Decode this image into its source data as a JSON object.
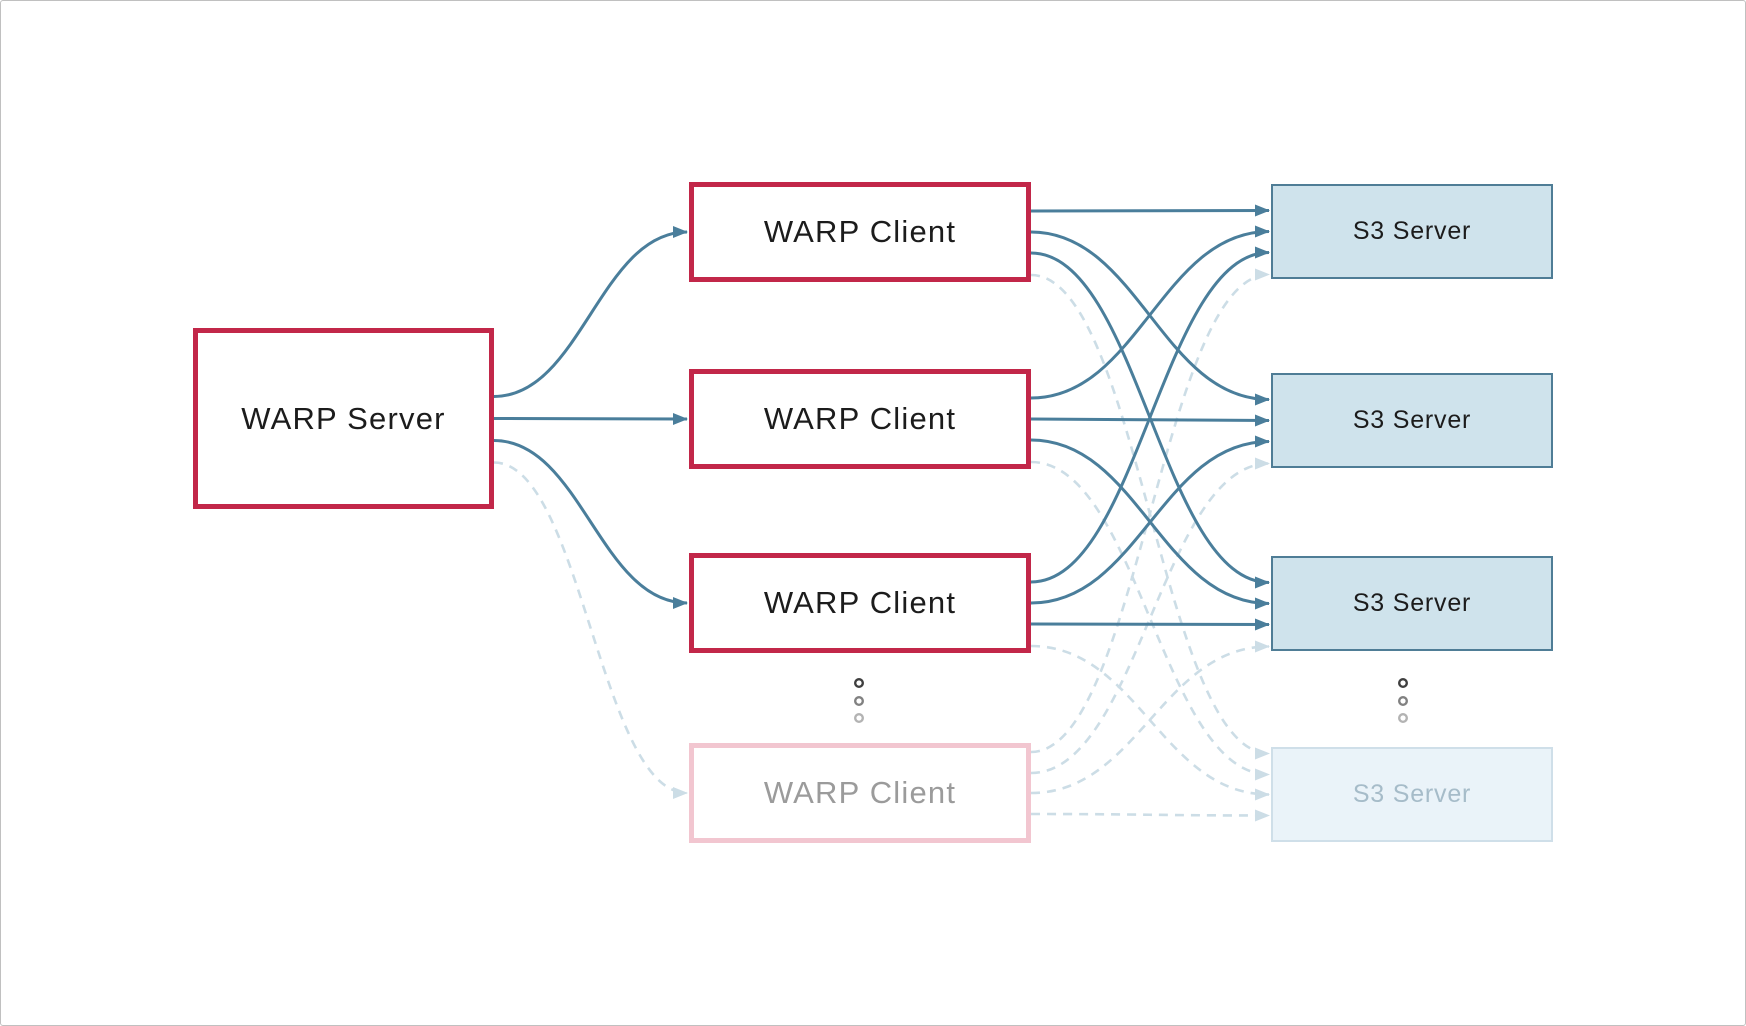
{
  "diagram": {
    "nodes": {
      "warp_server": {
        "label": "WARP Server"
      },
      "warp_clients": [
        {
          "label": "WARP Client",
          "faded": false
        },
        {
          "label": "WARP Client",
          "faded": false
        },
        {
          "label": "WARP Client",
          "faded": false
        },
        {
          "label": "WARP Client",
          "faded": true
        }
      ],
      "s3_servers": [
        {
          "label": "S3 Server",
          "faded": false
        },
        {
          "label": "S3 Server",
          "faded": false
        },
        {
          "label": "S3 Server",
          "faded": false
        },
        {
          "label": "S3 Server",
          "faded": true
        }
      ]
    },
    "edges": {
      "server_to_clients": [
        {
          "to": 0,
          "style": "solid"
        },
        {
          "to": 1,
          "style": "solid"
        },
        {
          "to": 2,
          "style": "solid"
        },
        {
          "to": 3,
          "style": "dashed"
        }
      ],
      "clients_to_servers": [
        {
          "from": 0,
          "to": 0,
          "style": "solid"
        },
        {
          "from": 0,
          "to": 1,
          "style": "solid"
        },
        {
          "from": 0,
          "to": 2,
          "style": "solid"
        },
        {
          "from": 0,
          "to": 3,
          "style": "dashed"
        },
        {
          "from": 1,
          "to": 0,
          "style": "solid"
        },
        {
          "from": 1,
          "to": 1,
          "style": "solid"
        },
        {
          "from": 1,
          "to": 2,
          "style": "solid"
        },
        {
          "from": 1,
          "to": 3,
          "style": "dashed"
        },
        {
          "from": 2,
          "to": 0,
          "style": "solid"
        },
        {
          "from": 2,
          "to": 1,
          "style": "solid"
        },
        {
          "from": 2,
          "to": 2,
          "style": "solid"
        },
        {
          "from": 2,
          "to": 3,
          "style": "dashed"
        },
        {
          "from": 3,
          "to": 0,
          "style": "dashed"
        },
        {
          "from": 3,
          "to": 1,
          "style": "dashed"
        },
        {
          "from": 3,
          "to": 2,
          "style": "dashed"
        },
        {
          "from": 3,
          "to": 3,
          "style": "dashed"
        }
      ]
    },
    "ellipsis": {
      "client_column": "more-clients-dots",
      "server_column": "more-servers-dots"
    },
    "colors": {
      "edge_solid": "#4a7e9b",
      "edge_dashed": "#ccdde6",
      "warp_border": "#c22749",
      "warp_border_faded": "#f2c6d0",
      "s3_fill": "#cfe3ec",
      "s3_border": "#4f7d96",
      "s3_fill_faded": "#eaf3f9",
      "s3_border_faded": "#cfdfe9",
      "text_dark": "#1c1c1c",
      "text_faded_client": "#9b9b9b",
      "text_faded_s3": "#a6bcc9",
      "dots": [
        "#3f3f3f",
        "#818181",
        "#b3b3b3"
      ],
      "canvas_border": "#c0c0c0"
    }
  }
}
